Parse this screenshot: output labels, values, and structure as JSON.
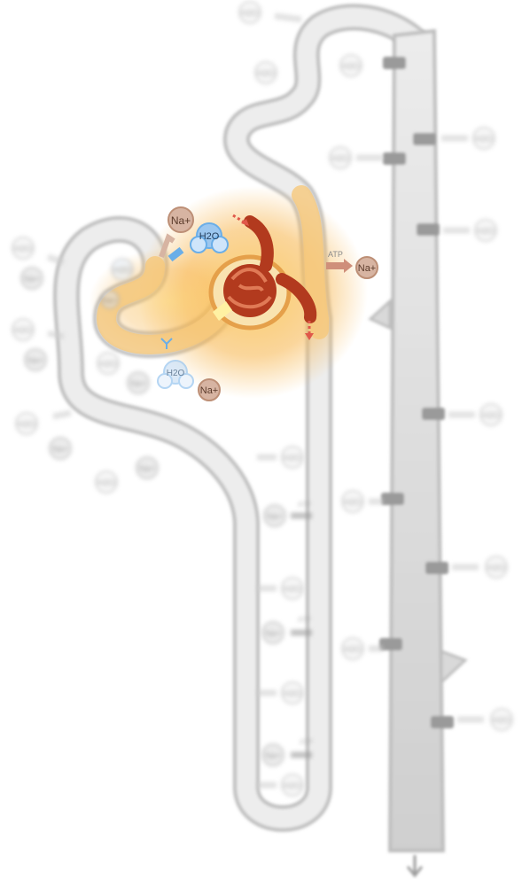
{
  "labels": {
    "water": "H2O",
    "sodium": "Na+",
    "atp": "ATP"
  },
  "colors": {
    "tubule_outline": "#bdbdbd",
    "tubule_fill": "#ececec",
    "highlight": "#f7b44a",
    "vessel": "#b23a1e",
    "sodium_fill": "#d7b4a2",
    "water_fill": "#9cc7ef",
    "arrow_red": "#e0584a",
    "arrow_blue": "#6aaee8",
    "arrow_gray": "#cfcfcf"
  }
}
